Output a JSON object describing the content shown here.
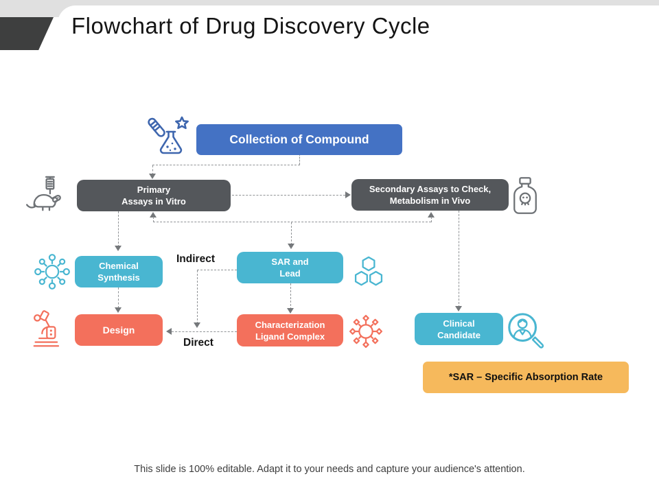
{
  "slide": {
    "title": "Flowchart of Drug Discovery Cycle",
    "footer": "This slide is 100% editable. Adapt it to your needs and capture your audience's attention."
  },
  "nodes": {
    "collection": {
      "label": "Collection of Compound",
      "icon": "flask-star-icon",
      "color": "#4472c4"
    },
    "primary": {
      "line1": "Primary",
      "line2": "Assays in Vitro",
      "icon": "mouse-syringe-icon",
      "color": "#54575b"
    },
    "secondary": {
      "line1": "Secondary Assays to Check,",
      "line2": "Metabolism in Vivo",
      "icon": "poison-bottle-icon",
      "color": "#54575b"
    },
    "chemical": {
      "line1": "Chemical",
      "line2": "Synthesis",
      "icon": "molecule-icon",
      "color": "#49b6d1"
    },
    "sar": {
      "line1": "SAR and",
      "line2": "Lead",
      "icon": "hexagon-compound-icon",
      "color": "#49b6d1"
    },
    "design": {
      "label": "Design",
      "icon": "microscope-icon",
      "color": "#f3705c"
    },
    "characterization": {
      "line1": "Characterization",
      "line2": "Ligand Complex",
      "icon": "virus-icon",
      "color": "#f3705c"
    },
    "clinical": {
      "line1": "Clinical",
      "line2": "Candidate",
      "icon": "candidate-search-icon",
      "color": "#49b6d1"
    }
  },
  "connector_labels": {
    "indirect": "Indirect",
    "direct": "Direct"
  },
  "note": {
    "label": "*SAR – Specific Absorption Rate",
    "color": "#f6b95c"
  },
  "colors": {
    "connector_dash": "#8f9295",
    "arrow": "#75787b",
    "header_band": "#e0e0e0",
    "header_wedge": "#3e3f3f",
    "title_text": "#141414",
    "footer_text": "#3d3d3d"
  }
}
